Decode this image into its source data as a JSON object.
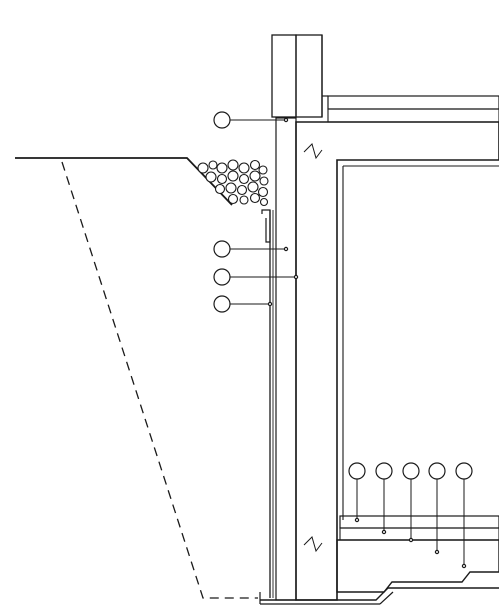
{
  "drawing": {
    "kind": "section-detail",
    "colors": {
      "ink": "#1a1a1a",
      "paper": "#ffffff",
      "gravel": "#ffffff"
    },
    "callout_groups": {
      "wall": {
        "count": 4
      },
      "floor": {
        "count": 5
      }
    }
  }
}
